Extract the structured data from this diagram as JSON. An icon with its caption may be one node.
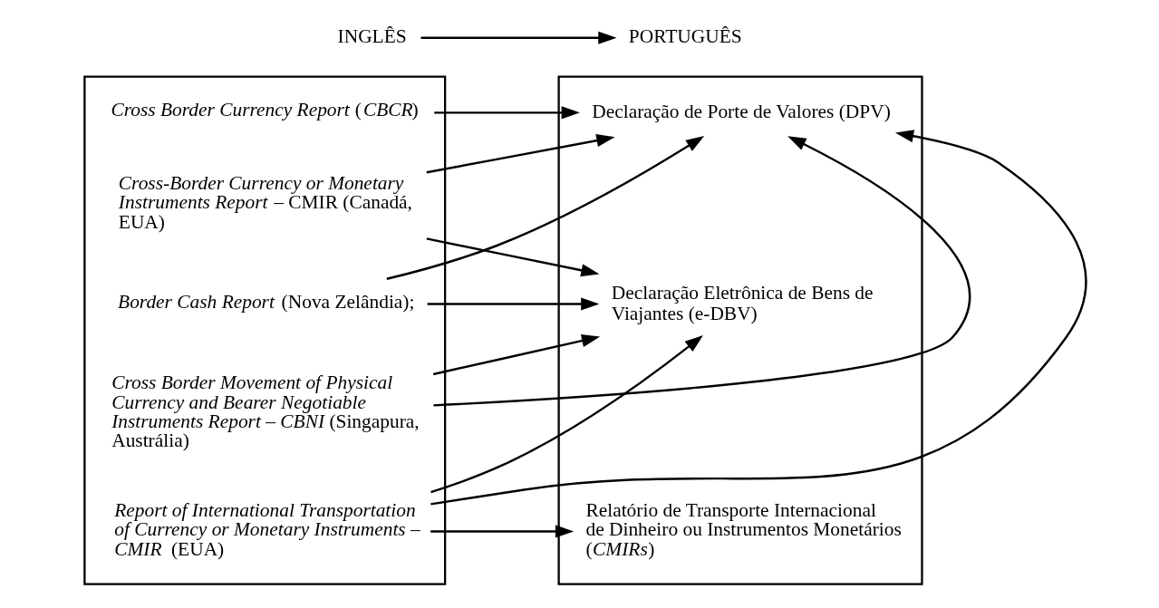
{
  "diagram": {
    "nodes": [
      {
        "text": [
          "INGLÊS"
        ]
      },
      {
        "text": [
          "PORTUGUÊS"
        ]
      },
      {
        "text": [],
        "shape": "box"
      },
      {
        "text": [
          "*Cross Border Currency Report* (*CBCR*)"
        ],
        "in": 2
      },
      {
        "text": [
          "*Cross-Border Currency or Monetary Instruments Report* – CMIR (Canadá, EUA)"
        ],
        "in": 2
      },
      {
        "text": [
          "*Border Cash Report* (Nova Zelândia);"
        ],
        "in": 2
      },
      {
        "text": [
          "*Cross Border Movement of Physical Currency and Bearer Negotiable Instruments Report – CBNI* (Singapura, Austrália)"
        ],
        "in": 2
      },
      {
        "text": [
          "*Report of International Transportation of Currency or Monetary Instruments – CMIR* (EUA)"
        ],
        "in": 2
      },
      {
        "text": [],
        "shape": "box"
      },
      {
        "text": [
          "Declaração de Porte de Valores (DPV)"
        ],
        "in": 8
      },
      {
        "text": [
          "Declaração Eletrônica de Bens de Viajantes (e-DBV)"
        ],
        "in": 8
      },
      {
        "text": [
          "Relatório de Transporte Internacional de Dinheiro ou Instrumentos Monetários (*CMIRs*)"
        ],
        "in": 8
      }
    ],
    "edges": [
      {
        "from": 0,
        "to": 1,
        "arrow": "to"
      },
      {
        "from": 3,
        "to": 9,
        "arrow": "to"
      },
      {
        "from": 4,
        "to": 9,
        "arrow": "to"
      },
      {
        "from": 4,
        "to": 10,
        "arrow": "to"
      },
      {
        "from": 5,
        "to": 9,
        "arrow": "to"
      },
      {
        "from": 5,
        "to": 10,
        "arrow": "to"
      },
      {
        "from": 6,
        "to": 9,
        "arrow": "to"
      },
      {
        "from": 6,
        "to": 10,
        "arrow": "to"
      },
      {
        "from": 7,
        "to": 9,
        "arrow": "to"
      },
      {
        "from": 7,
        "to": 10,
        "arrow": "to"
      },
      {
        "from": 7,
        "to": 11,
        "arrow": "to"
      }
    ]
  }
}
